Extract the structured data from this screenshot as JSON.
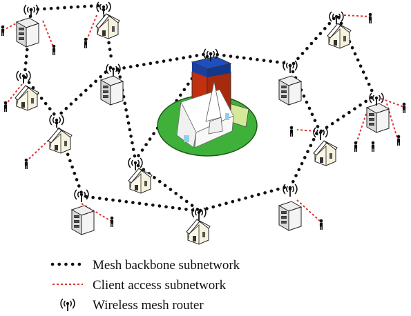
{
  "legend": {
    "backbone_label": "Mesh backbone subnetwork",
    "access_label": "Client access subnetwork",
    "router_label": "Wireless mesh router"
  },
  "icons": {
    "house": "house-icon",
    "server": "server-icon",
    "person": "person-icon",
    "router": "wireless-router-icon",
    "church": "church-icon"
  },
  "colors": {
    "backbone": "#111111",
    "access": "#e0302a",
    "island": "#3fb13a",
    "church_red": "#c2300f",
    "church_blue": "#1f4fbf"
  }
}
